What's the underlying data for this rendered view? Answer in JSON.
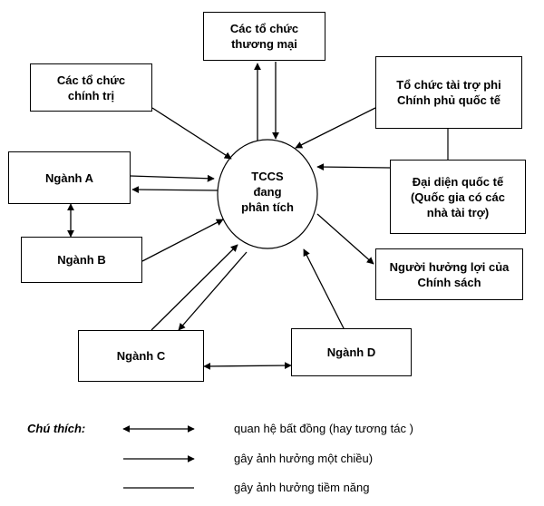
{
  "center": {
    "label": "TCCS\nđang\nphân tích"
  },
  "boxes": {
    "thuong_mai": "Các tổ chức\nthương mại",
    "chinh_tri": "Các tổ chức\nchính trị",
    "tai_tro": "Tổ chức tài trợ phi\nChính phủ quốc tế",
    "dai_dien": "Đại diện  quốc tế\n(Quốc gia có các\nnhà tài trợ)",
    "nganh_a": "Ngành A",
    "nganh_b": "Ngành B",
    "nganh_c": "Ngành C",
    "nganh_d": "Ngành D",
    "nguoi_huong_loi": "Người hưởng lợi của\nChính sách"
  },
  "legend": {
    "title": "Chú thích:",
    "items": [
      {
        "type": "double-arrow",
        "text": "quan hệ bất đồng (hay tương tác )"
      },
      {
        "type": "single-arrow",
        "text": "gây ảnh hưởng một chiều)"
      },
      {
        "type": "plain-line",
        "text": "gây ảnh hưởng tiềm năng"
      }
    ]
  }
}
